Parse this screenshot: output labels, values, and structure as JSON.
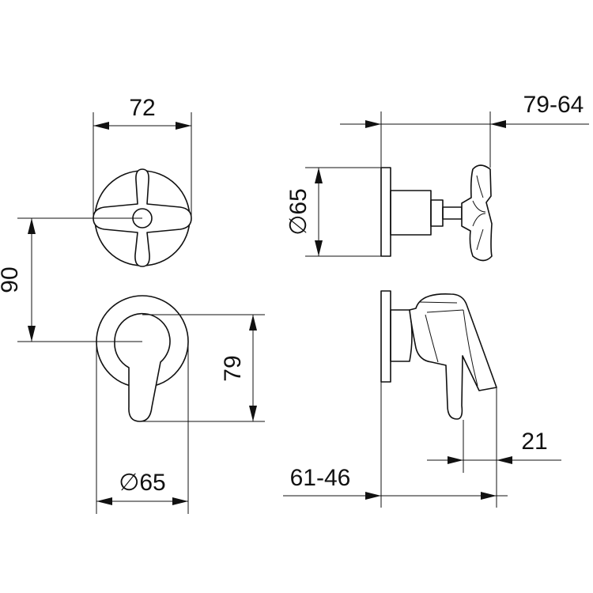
{
  "dimensions": {
    "cross_handle_width": "72",
    "handle_vertical_offset": "90",
    "lever_height": "79",
    "lever_plate_diameter": "∅65",
    "side_plate_diameter": "∅65",
    "cross_handle_depth_range": "79-64",
    "lever_depth_range": "61-46",
    "lever_tip_depth": "21"
  },
  "colors": {
    "line": "#111111",
    "background": "#ffffff"
  }
}
